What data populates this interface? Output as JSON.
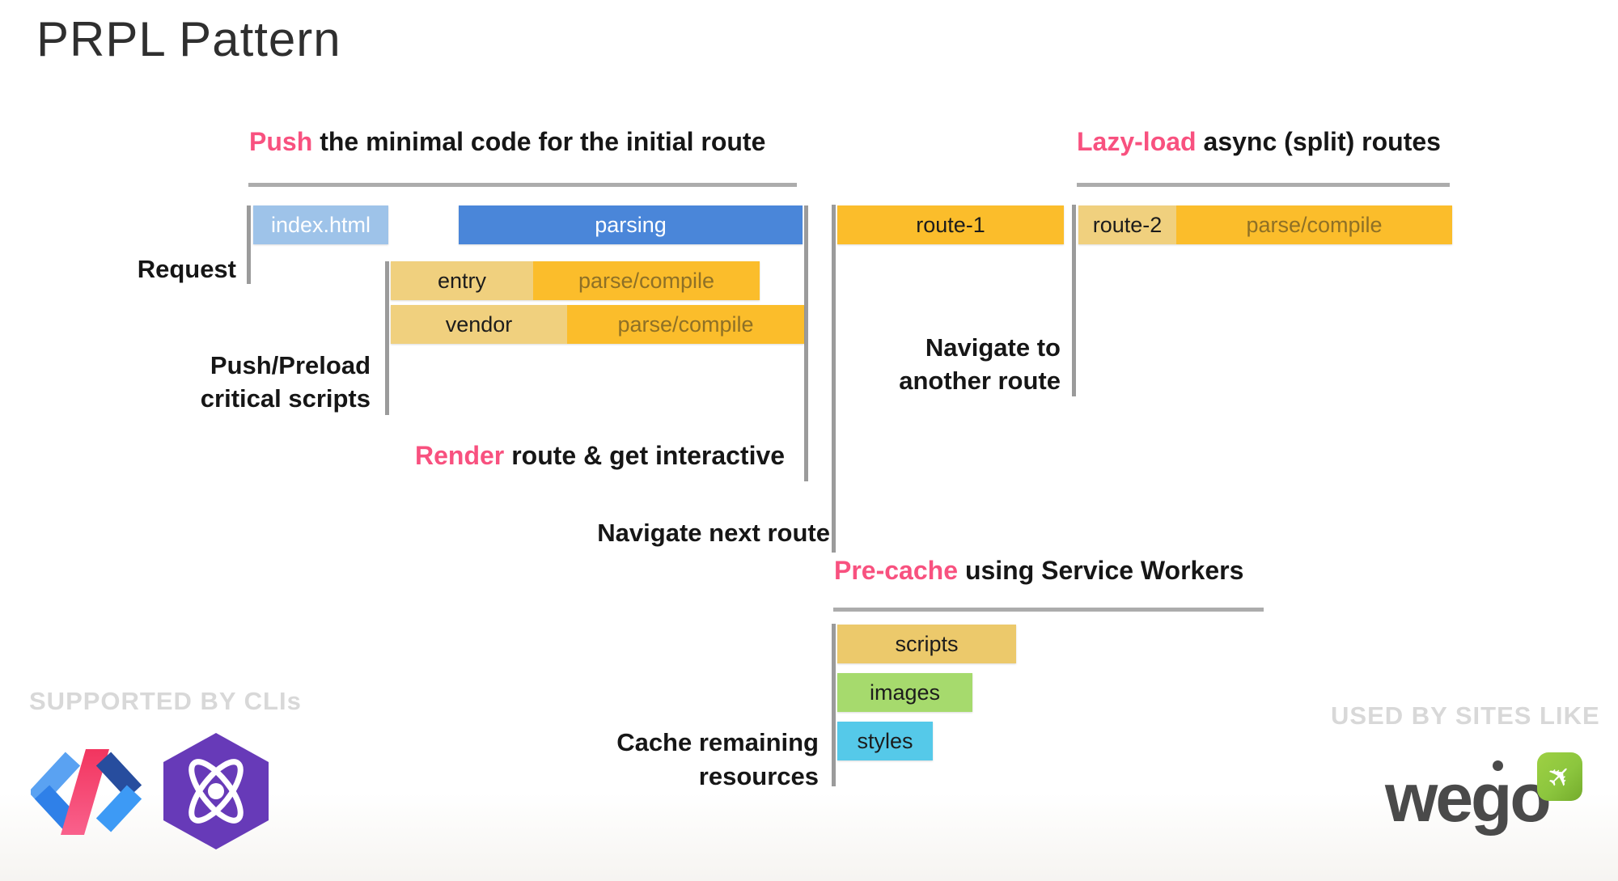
{
  "title": "PRPL Pattern",
  "headings": {
    "push": {
      "highlight": "Push",
      "rest": "the minimal code for the initial route"
    },
    "lazy_load": {
      "highlight": "Lazy-load",
      "rest": "async (split) routes"
    },
    "render": {
      "highlight": "Render",
      "rest": "route & get interactive"
    },
    "pre_cache": {
      "highlight": "Pre-cache",
      "rest": "using Service Workers"
    }
  },
  "labels": {
    "request": "Request",
    "push_preload_line1": "Push/Preload",
    "push_preload_line2": "critical scripts",
    "navigate_next": "Navigate next route",
    "navigate_another_line1": "Navigate to",
    "navigate_another_line2": "another route",
    "cache_line1": "Cache remaining",
    "cache_line2": "resources"
  },
  "bars": {
    "index_html": "index.html",
    "parsing": "parsing",
    "entry": "entry",
    "vendor": "vendor",
    "parse_compile": "parse/compile",
    "route_1": "route-1",
    "route_2": "route-2",
    "scripts": "scripts",
    "images": "images",
    "styles": "styles"
  },
  "footer": {
    "supported_by": "SUPPORTED BY CLIs",
    "used_by": "USED BY SITES LIKE",
    "wego_text": "wego"
  },
  "colors": {
    "accent_pink": "#f8517f",
    "bar_blue_light": "#9ec3e9",
    "bar_blue": "#4a86d9",
    "bar_tan": "#f0d07e",
    "bar_orange": "#fbbd2b",
    "bar_gold": "#ecc96b",
    "bar_green": "#a6da6d",
    "bar_cyan": "#55c9e9",
    "line_grey": "#9b9b9b"
  }
}
